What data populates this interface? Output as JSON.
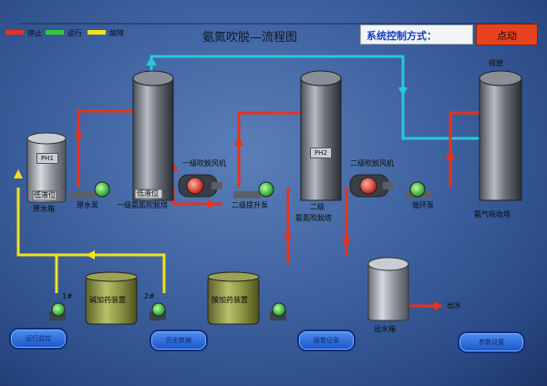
{
  "header": {
    "title": "氨氮吹脱—流程图",
    "control_mode_label": "系统控制方式：",
    "control_mode_value": "点动"
  },
  "legend": [
    {
      "label": "停止",
      "color": "#e8321e"
    },
    {
      "label": "运行",
      "color": "#34c83a"
    },
    {
      "label": "故障",
      "color": "#f2e21c"
    }
  ],
  "labels": {
    "vent": "排放",
    "ph1": "PH1",
    "ph2": "PH2",
    "liquid_level_1": "低液位",
    "liquid_level_2": "低液位",
    "raw_tank": "原水箱",
    "raw_pump": "原水泵",
    "tower1": "一级氨氮吹脱塔",
    "fan1": "一级吹脱风机",
    "fan2": "二级吹脱风机",
    "lift_pump": "二级提升泵",
    "tower2_line1": "二级",
    "tower2_line2": "氨氮吹脱塔",
    "circ_pump": "循环泵",
    "absorber": "氨气吸收塔",
    "alkali_device": "碱加药装置",
    "acid_device": "酸加药装置",
    "pump_1": "1#",
    "pump_2": "2#",
    "outlet_tank": "出水箱",
    "outlet": "出水"
  },
  "buttons": [
    {
      "label": "运行监控"
    },
    {
      "label": "历史数据"
    },
    {
      "label": "报警记录"
    },
    {
      "label": "参数设置"
    }
  ],
  "colors": {
    "stopped": "#e8321e",
    "running": "#34c83a",
    "fault": "#f2e21c",
    "gas_line": "#28c8d8",
    "mode_button": "#e5431f"
  }
}
